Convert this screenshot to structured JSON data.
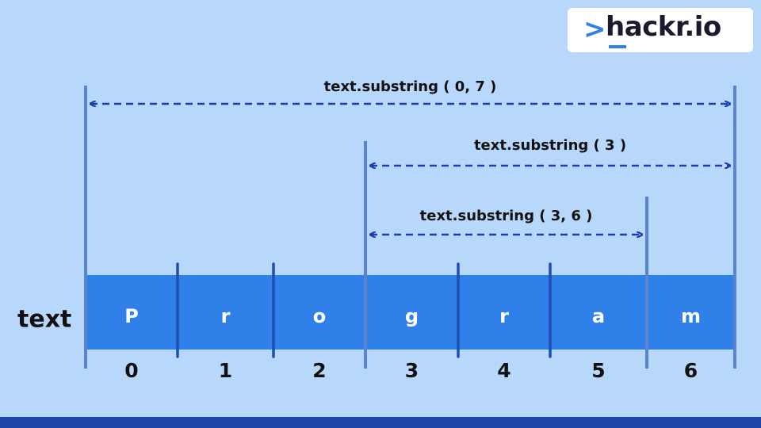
{
  "logo": {
    "prefix": ">",
    "text": "hackr.io"
  },
  "diagram": {
    "variable_label": "text",
    "characters": [
      "P",
      "r",
      "o",
      "g",
      "r",
      "a",
      "m"
    ],
    "indices": [
      "0",
      "1",
      "2",
      "3",
      "4",
      "5",
      "6"
    ],
    "ranges": [
      {
        "label": "text.substring ( 0, 7 )",
        "start": 0,
        "end": 7
      },
      {
        "label": "text.substring ( 3 )",
        "start": 3,
        "end": 7
      },
      {
        "label": "text.substring ( 3, 6 )",
        "start": 3,
        "end": 6
      }
    ]
  },
  "colors": {
    "background": "#b7d7fb",
    "cell_fill": "#2f80e9",
    "divider": "#1f4fb2",
    "guide_line": "#5b84cf",
    "arrow": "#1d3fae",
    "text_dark": "#111111",
    "bottom_bar": "#1c45a7"
  }
}
